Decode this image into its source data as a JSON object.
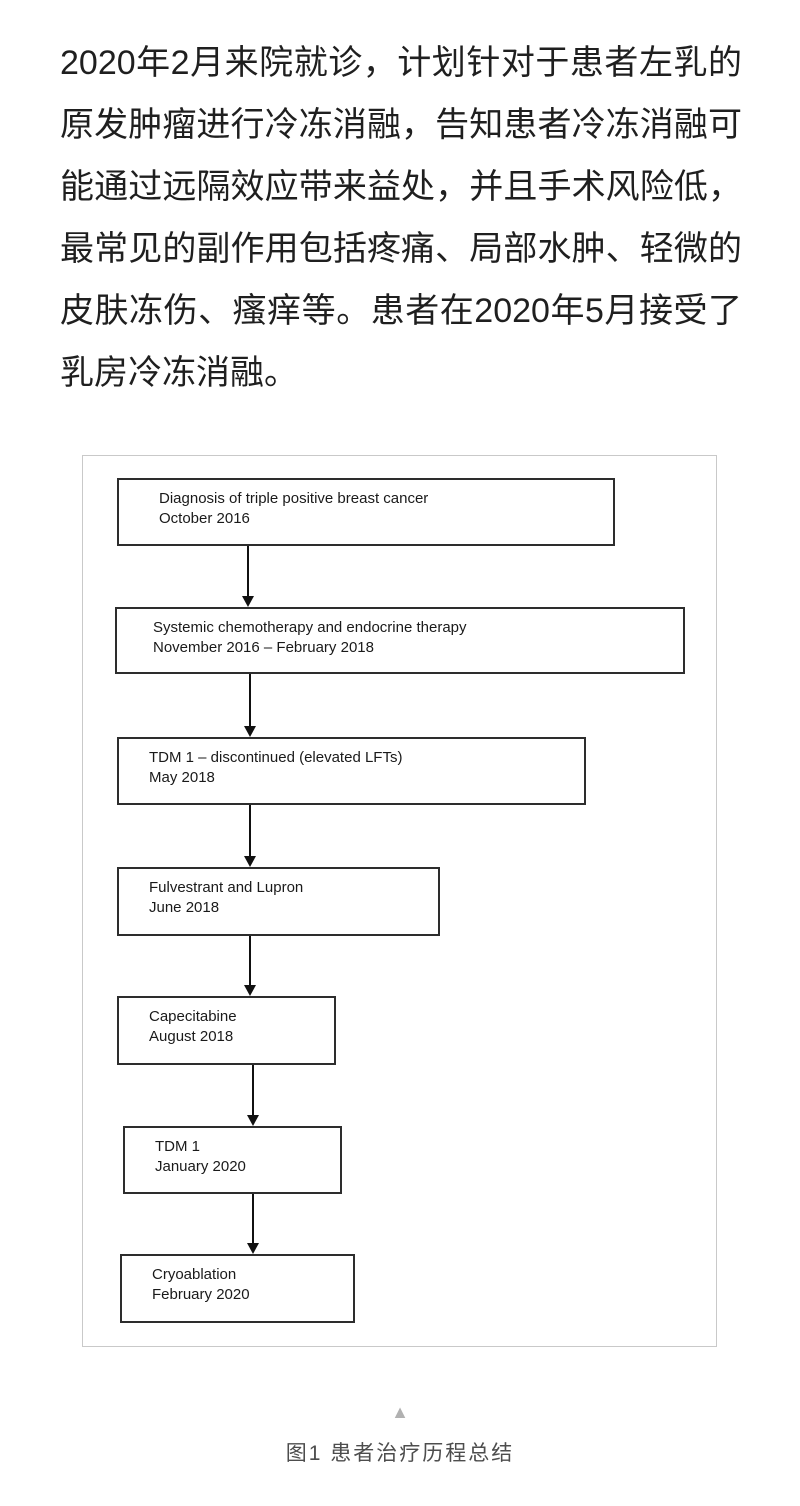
{
  "colors": {
    "text": "#1f1f1f",
    "box_border": "#2d2d2d",
    "box_text": "#1a1a1a",
    "figure_border": "#c9c9c9",
    "caption": "#4d4d4d",
    "triangle": "#b1b1b1",
    "background": "#ffffff"
  },
  "paragraph": {
    "lines": [
      "2020年2月来院就诊，计划针对于患者左乳的",
      "原发肿瘤进行冷冻消融，告知患者冷冻消融可",
      "能通过远隔效应带来益处，并且手术风险低，",
      "最常见的副作用包括疼痛、局部水肿、轻微的",
      "皮肤冻伤、瘙痒等。患者在2020年5月接受了",
      "乳房冷冻消融。"
    ]
  },
  "figure": {
    "boxes": [
      {
        "label": "Diagnosis of triple positive breast cancer",
        "date": "October 2016"
      },
      {
        "label": "Systemic chemotherapy and endocrine therapy",
        "date": "November 2016 – February 2018"
      },
      {
        "label": "TDM 1 – discontinued (elevated LFTs)",
        "date": "May 2018"
      },
      {
        "label": "Fulvestrant and Lupron",
        "date": "June 2018"
      },
      {
        "label": "Capecitabine",
        "date": "August 2018"
      },
      {
        "label": "TDM 1",
        "date": "January 2020"
      },
      {
        "label": "Cryoablation",
        "date": "February 2020"
      }
    ],
    "triangle_icon": "▲",
    "caption": "图1 患者治疗历程总结"
  }
}
